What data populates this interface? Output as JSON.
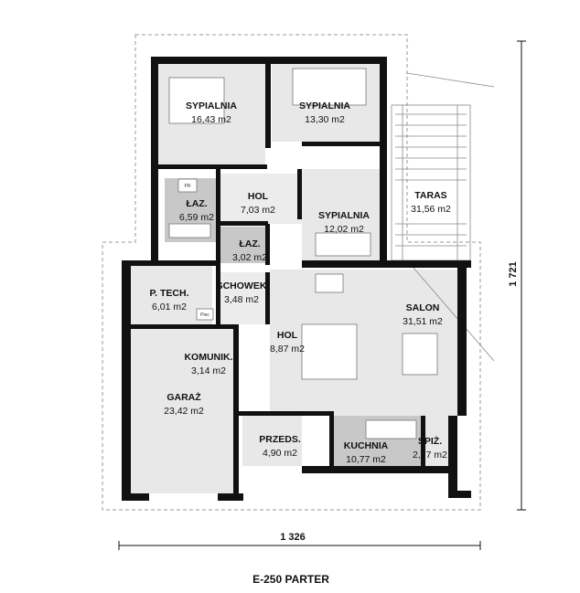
{
  "title": "E-250 PARTER",
  "dimensions": {
    "width": "1 326",
    "depth": "1 721"
  },
  "rooms": [
    {
      "name": "SYPIALNIA",
      "area": "16,43 m2"
    },
    {
      "name": "SYPIALNIA",
      "area": "13,30 m2"
    },
    {
      "name": "ŁAZ.",
      "area": "6,59 m2"
    },
    {
      "name": "HOL",
      "area": "7,03 m2"
    },
    {
      "name": "SYPIALNIA",
      "area": "12,02 m2"
    },
    {
      "name": "TARAS",
      "area": "31,56 m2"
    },
    {
      "name": "ŁAZ.",
      "area": "3,02 m2"
    },
    {
      "name": "P. TECH.",
      "area": "6,01 m2"
    },
    {
      "name": "SCHOWEK",
      "area": "3,48 m2"
    },
    {
      "name": "SALON",
      "area": "31,51 m2"
    },
    {
      "name": "HOL",
      "area": "8,87 m2"
    },
    {
      "name": "KOMUNIK.",
      "area": "3,14 m2"
    },
    {
      "name": "GARAŻ",
      "area": "23,42 m2"
    },
    {
      "name": "PRZEDS.",
      "area": "4,90 m2"
    },
    {
      "name": "KUCHNIA",
      "area": "10,77 m2"
    },
    {
      "name": "SPIŻ.",
      "area": "2,77 m2"
    }
  ],
  "fixtures": {
    "pr": "PR",
    "piec": "Piec"
  },
  "colors": {
    "floor": "#e8e8e8",
    "wet_room": "#c8c8c8",
    "wall": "#111111"
  }
}
